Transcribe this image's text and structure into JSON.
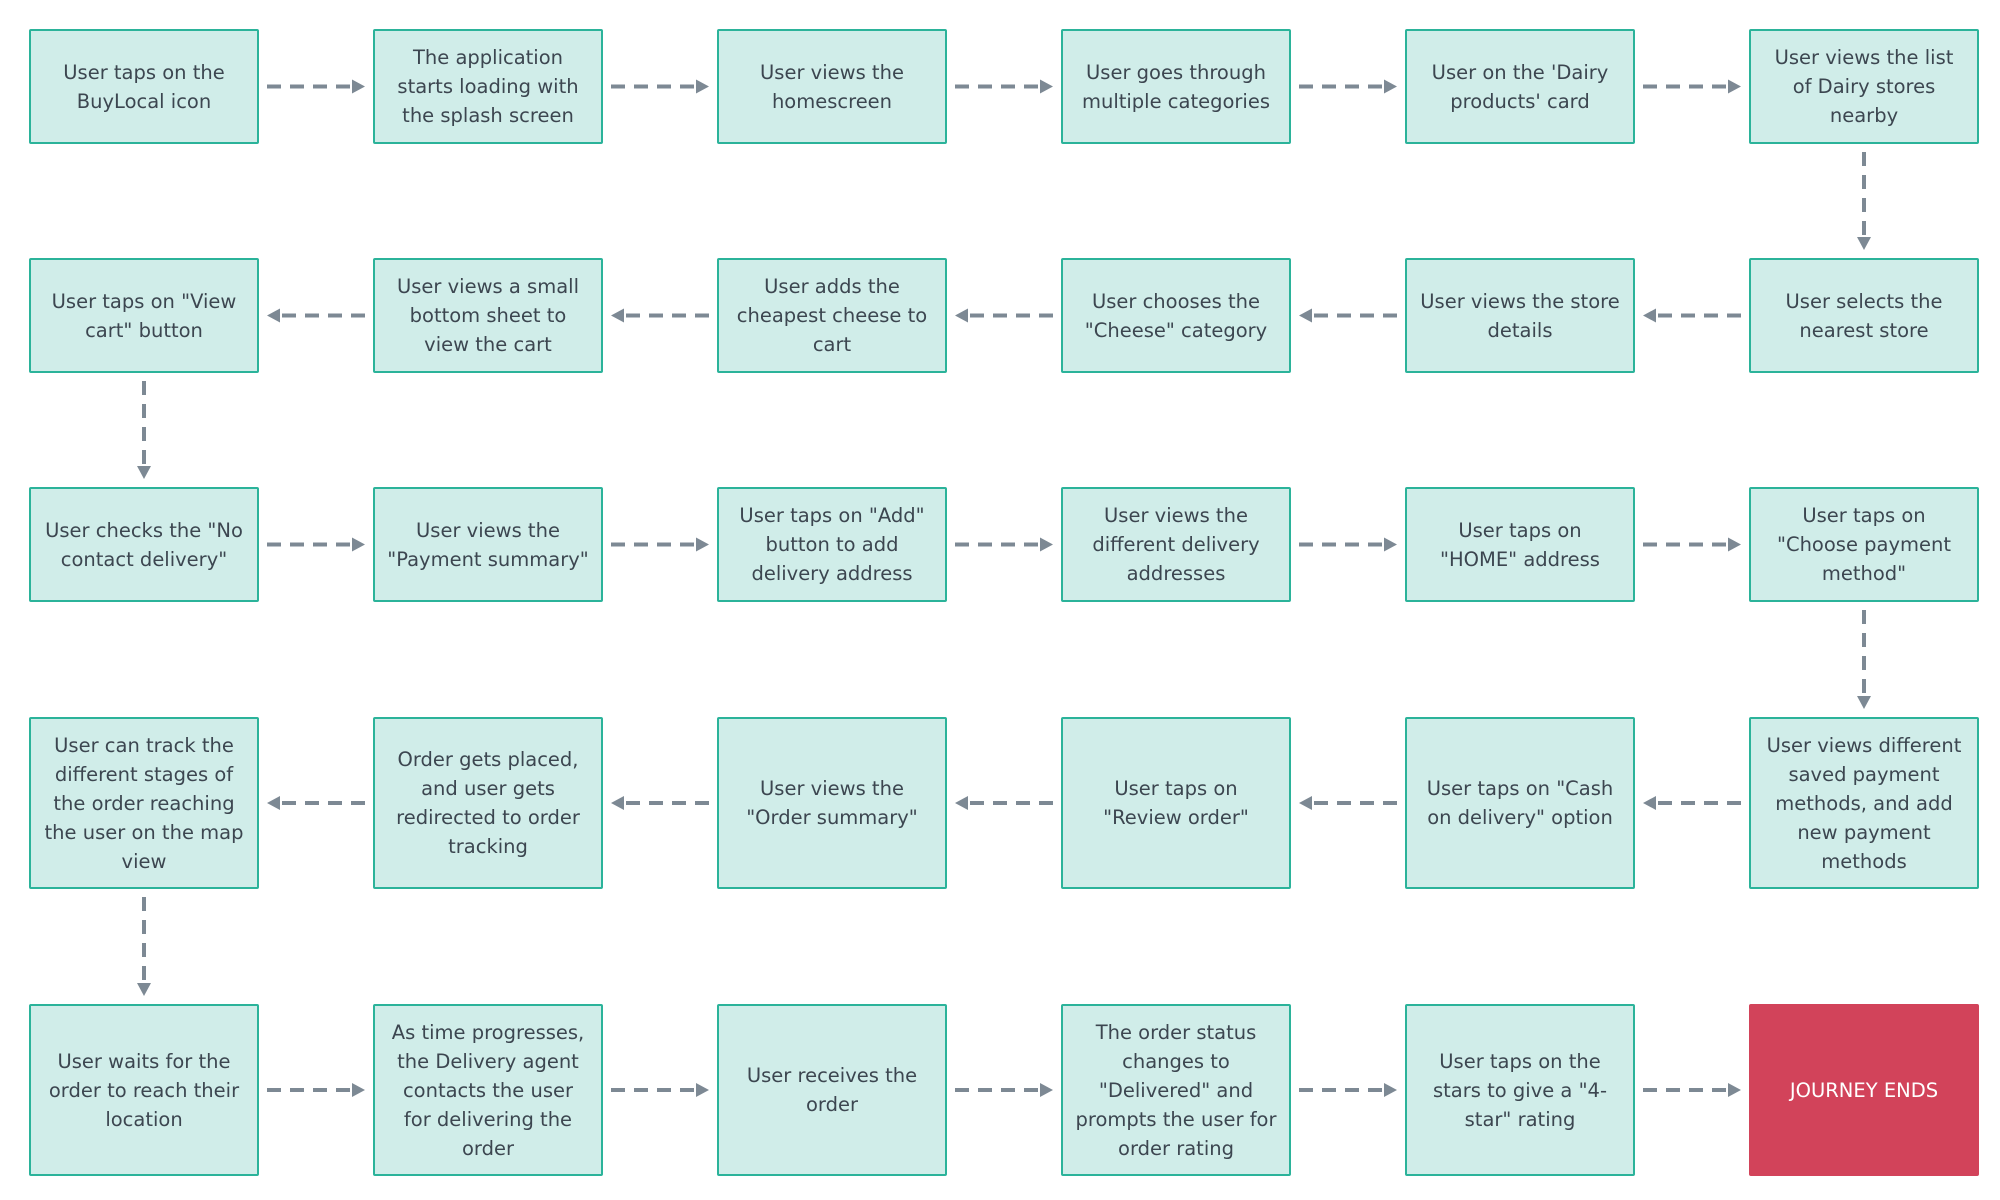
{
  "colors": {
    "node_fill": "#d0ede9",
    "node_border": "#2bb39a",
    "end_fill": "#d2435a",
    "arrow": "#7d8994",
    "text": "#3c4650"
  },
  "rows": [
    {
      "direction": "right",
      "steps": [
        {
          "label": "User taps on the BuyLocal icon"
        },
        {
          "label": "The application starts loading with the splash screen"
        },
        {
          "label": "User views the homescreen"
        },
        {
          "label": "User goes through multiple categories"
        },
        {
          "label": "User on the 'Dairy products' card"
        },
        {
          "label": "User views the list of Dairy stores nearby"
        }
      ]
    },
    {
      "direction": "left",
      "steps": [
        {
          "label": "User taps on \"View cart\" button"
        },
        {
          "label": "User views a small bottom sheet to view the cart"
        },
        {
          "label": "User adds the cheapest cheese to cart"
        },
        {
          "label": "User chooses the \"Cheese\" category"
        },
        {
          "label": "User views the store details"
        },
        {
          "label": "User selects the nearest store"
        }
      ]
    },
    {
      "direction": "right",
      "steps": [
        {
          "label": "User checks the \"No contact delivery\""
        },
        {
          "label": "User views the \"Payment summary\""
        },
        {
          "label": "User taps on \"Add\" button to add delivery address"
        },
        {
          "label": "User views the different delivery addresses"
        },
        {
          "label": "User taps on \"HOME\" address"
        },
        {
          "label": "User taps on \"Choose payment method\""
        }
      ]
    },
    {
      "direction": "left",
      "steps": [
        {
          "label": "User can track the different stages of the order reaching the user on the map view"
        },
        {
          "label": "Order gets placed, and user gets redirected to order tracking"
        },
        {
          "label": "User views the \"Order summary\""
        },
        {
          "label": "User taps on \"Review order\""
        },
        {
          "label": "User taps on \"Cash on delivery\" option"
        },
        {
          "label": "User views different saved payment methods, and add new payment methods"
        }
      ]
    },
    {
      "direction": "right",
      "steps": [
        {
          "label": "User waits for the order to reach their location"
        },
        {
          "label": "As time progresses, the Delivery agent contacts the user for delivering the order"
        },
        {
          "label": "User receives the order"
        },
        {
          "label": "The order status changes to \"Delivered\" and prompts the user for order rating"
        },
        {
          "label": "User taps on the stars to give a \"4-star\" rating"
        },
        {
          "label": "JOURNEY ENDS"
        }
      ]
    }
  ]
}
